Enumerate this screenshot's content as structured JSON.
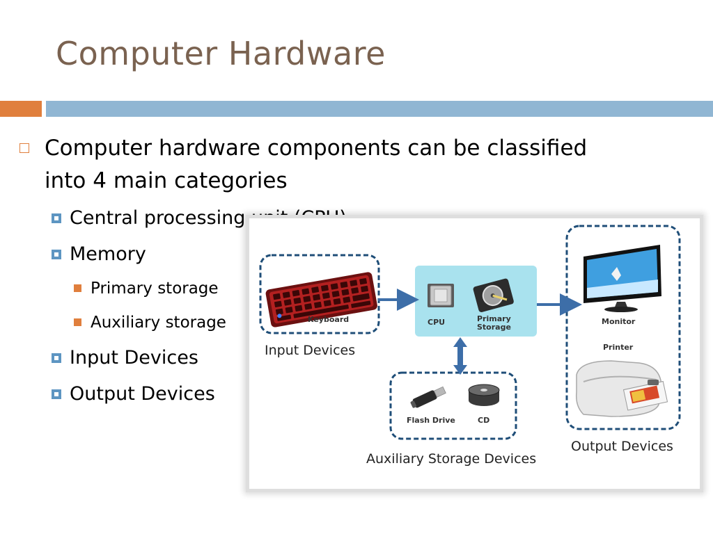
{
  "slide": {
    "title": "Computer Hardware",
    "bullets": [
      {
        "text": "Computer hardware components can be classified into 4 main categories"
      },
      {
        "text": "Central processing unit (CPU)"
      },
      {
        "text": "Memory"
      },
      {
        "text": "Primary storage"
      },
      {
        "text": "Auxiliary storage"
      },
      {
        "text": "Input Devices"
      },
      {
        "text": "Output Devices"
      }
    ]
  },
  "diagram": {
    "groups": {
      "input": "Input Devices",
      "auxiliary": "Auxiliary Storage Devices",
      "output": "Output Devices"
    },
    "items": {
      "keyboard": "Keyboard",
      "cpu": "CPU",
      "primary_storage_line1": "Primary",
      "primary_storage_line2": "Storage",
      "flash_drive": "Flash Drive",
      "cd": "CD",
      "monitor": "Monitor",
      "printer": "Printer"
    },
    "colors": {
      "dashed_border": "#1f4e78",
      "processor_box": "#a9e2ee",
      "arrow": "#3d6ea8"
    }
  },
  "theme": {
    "title_color": "#7a6250",
    "accent_orange": "#e07f3d",
    "accent_blue": "#90b6d3"
  }
}
